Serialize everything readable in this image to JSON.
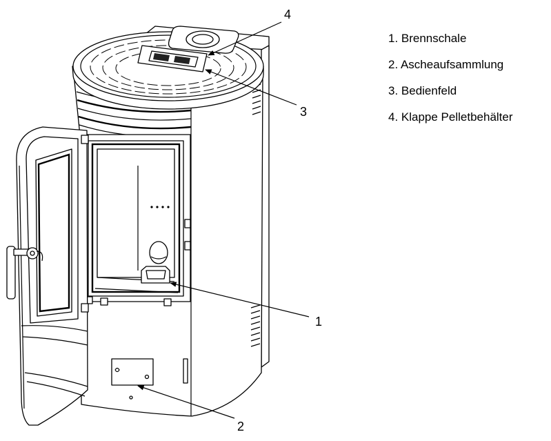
{
  "callouts": [
    {
      "number": "1"
    },
    {
      "number": "2"
    },
    {
      "number": "3"
    },
    {
      "number": "4"
    }
  ],
  "legend": [
    {
      "label": "1. Brennschale"
    },
    {
      "label": "2. Ascheaufsammlung"
    },
    {
      "label": "3. Bedienfeld"
    },
    {
      "label": "4. Klappe Pelletbehälter"
    }
  ],
  "colors": {
    "line": "#000000",
    "background": "#ffffff"
  }
}
